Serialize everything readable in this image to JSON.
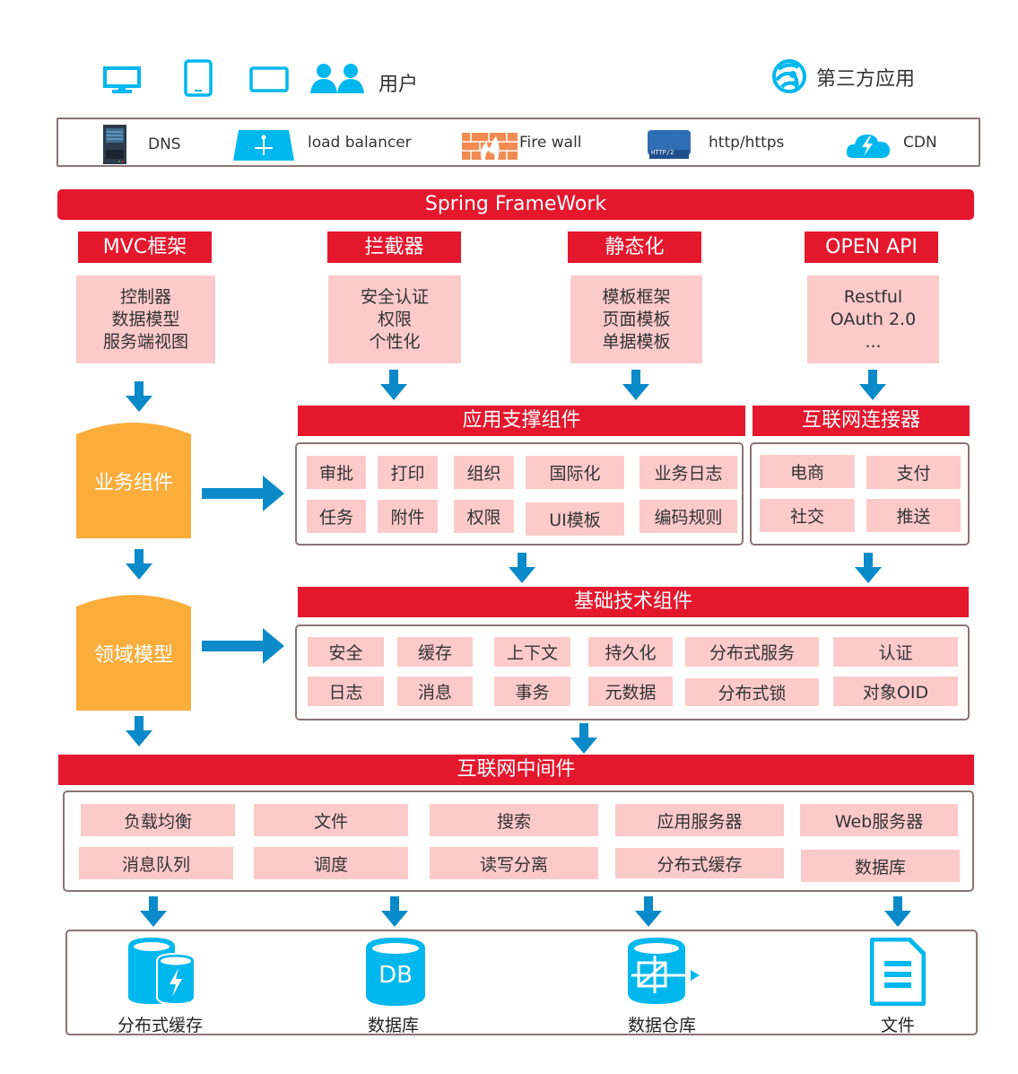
{
  "users": {
    "devices": [
      "desktop-icon",
      "phone-icon",
      "tablet-icon",
      "users-icon"
    ],
    "label": "用户",
    "third_party_label": "第三方应用"
  },
  "network": {
    "items": [
      {
        "icon": "server-icon",
        "label": "DNS"
      },
      {
        "icon": "load-balancer-icon",
        "label": "load balancer"
      },
      {
        "icon": "firewall-icon",
        "label": "Fire wall"
      },
      {
        "icon": "http2-icon",
        "label": "http/https",
        "badge": "HTTP/2"
      },
      {
        "icon": "cloud-icon",
        "label": "CDN"
      }
    ]
  },
  "spring": {
    "title": "Spring FrameWork"
  },
  "modules": [
    {
      "title": "MVC框架",
      "lines": [
        "控制器",
        "数据模型",
        "服务端视图"
      ]
    },
    {
      "title": "拦截器",
      "lines": [
        "安全认证",
        "权限",
        "个性化"
      ]
    },
    {
      "title": "静态化",
      "lines": [
        "模板框架",
        "页面模板",
        "单据模板"
      ]
    },
    {
      "title": "OPEN API",
      "lines": [
        "Restful",
        "OAuth 2.0",
        "..."
      ]
    }
  ],
  "left_column": {
    "business": "业务组件",
    "domain": "领域模型"
  },
  "app_support": {
    "title": "应用支撑组件",
    "row1": [
      "审批",
      "打印",
      "组织",
      "国际化",
      "业务日志"
    ],
    "row2": [
      "任务",
      "附件",
      "权限",
      "UI模板",
      "编码规则"
    ]
  },
  "internet_connector": {
    "title": "互联网连接器",
    "row1": [
      "电商",
      "支付"
    ],
    "row2": [
      "社交",
      "推送"
    ]
  },
  "base_tech": {
    "title": "基础技术组件",
    "row1": [
      "安全",
      "缓存",
      "上下文",
      "持久化",
      "分布式服务",
      "认证"
    ],
    "row2": [
      "日志",
      "消息",
      "事务",
      "元数据",
      "分布式锁",
      "对象OID"
    ]
  },
  "middleware": {
    "title": "互联网中间件",
    "row1": [
      "负载均衡",
      "文件",
      "搜索",
      "应用服务器",
      "Web服务器"
    ],
    "row2": [
      "消息队列",
      "调度",
      "读写分离",
      "分布式缓存",
      "数据库"
    ]
  },
  "storage": {
    "items": [
      {
        "icon": "distributed-cache-icon",
        "label": "分布式缓存"
      },
      {
        "icon": "database-icon",
        "label": "数据库",
        "glyph": "DB"
      },
      {
        "icon": "data-warehouse-icon",
        "label": "数据仓库"
      },
      {
        "icon": "file-icon",
        "label": "文件"
      }
    ]
  },
  "colors": {
    "red": "#e4172d",
    "pink": "#fdcaca",
    "orange": "#fbad3c",
    "arrow_blue": "#0a8ac8",
    "icon_blue": "#00b7ee",
    "frame": "#8b7474"
  }
}
